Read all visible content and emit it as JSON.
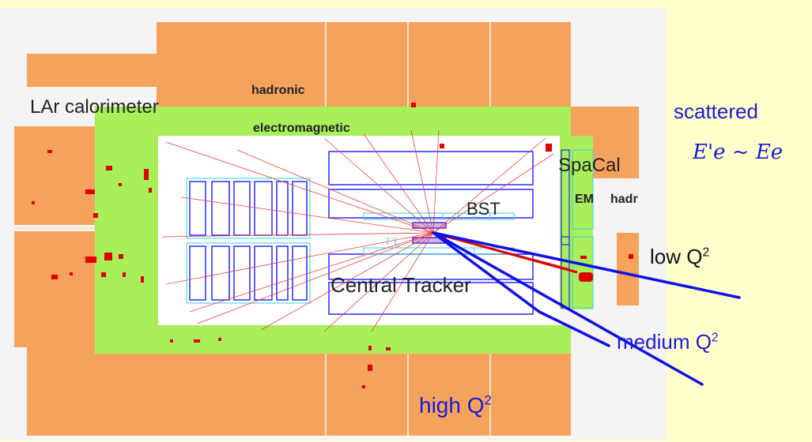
{
  "labels": {
    "lar_calorimeter": "LAr calorimeter",
    "hadronic": "hadronic",
    "electromagnetic": "electromagnetic",
    "spacal": "SpaCal",
    "em": "EM",
    "hadr": "hadr",
    "bst": "BST",
    "central_tracker": "Central Tracker",
    "low_q2": {
      "text": "low Q",
      "sup": "2"
    },
    "medium_q2": {
      "text": "medium Q",
      "sup": "2"
    },
    "high_q2": {
      "text": "high Q",
      "sup": "2"
    },
    "scattered": "scattered",
    "formula": "E'e ~ Ee"
  },
  "colors": {
    "background": "#ffffcc",
    "calorimeter_orange": "#f5a35c",
    "em_green": "#a8ef5a",
    "frame": "#f2f2f2",
    "detector_outline": "#2a2aff",
    "electron_track": "#1010e8",
    "hit_red": "#e00000",
    "annotation_blue": "#1a1ad8"
  }
}
